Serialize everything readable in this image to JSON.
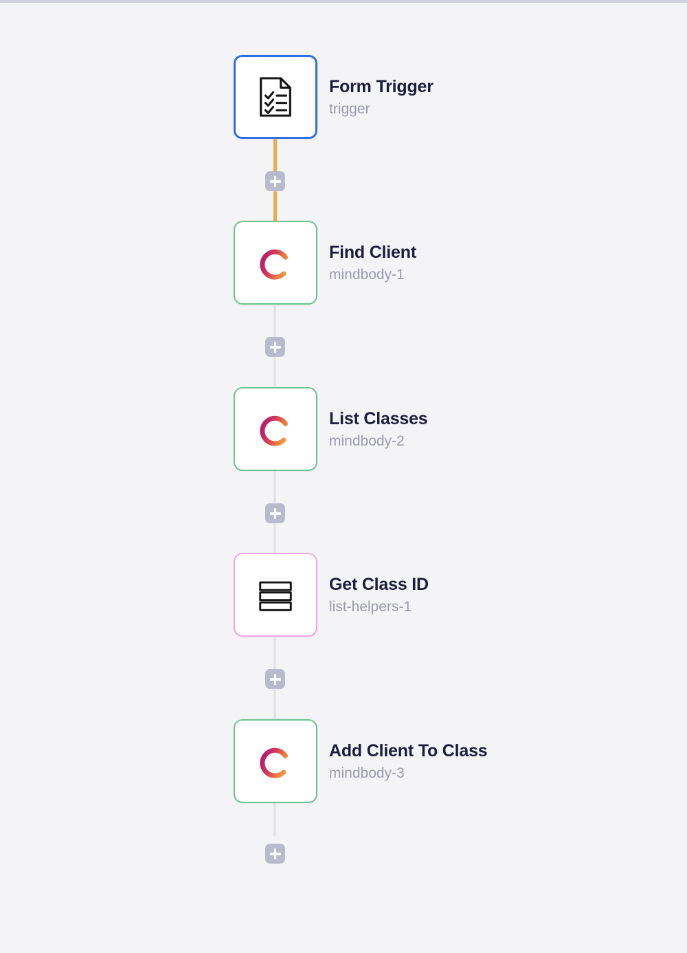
{
  "canvas": {
    "background_color": "#f4f4f6",
    "top_bar_color": "#d2d2de"
  },
  "colors": {
    "trigger_border": "#2f6fe4",
    "action_border": "#6dc48f",
    "helper_border": "#f0a6e9",
    "active_connector": "#f2aa4d",
    "idle_connector": "#e3e3e9",
    "plus_button": "#b9bacb",
    "title_text": "#1d1d3d",
    "subtitle_text": "#9a9aad",
    "mindbody_gradient_start": "#c2266b",
    "mindbody_gradient_end": "#ed8b3c"
  },
  "workflow": {
    "nodes": [
      {
        "title": "Form Trigger",
        "subtitle": "trigger",
        "icon": "form-document-checklist-icon",
        "border": "blue"
      },
      {
        "title": "Find Client",
        "subtitle": "mindbody-1",
        "icon": "mindbody-ring-icon",
        "border": "green"
      },
      {
        "title": "List Classes",
        "subtitle": "mindbody-2",
        "icon": "mindbody-ring-icon",
        "border": "green"
      },
      {
        "title": "Get Class ID",
        "subtitle": "list-helpers-1",
        "icon": "list-rows-icon",
        "border": "pink"
      },
      {
        "title": "Add Client To Class",
        "subtitle": "mindbody-3",
        "icon": "mindbody-ring-icon",
        "border": "green"
      }
    ],
    "connectors": [
      {
        "state": "active"
      },
      {
        "state": "idle"
      },
      {
        "state": "idle"
      },
      {
        "state": "idle"
      },
      {
        "state": "idle"
      }
    ],
    "add_buttons": [
      {
        "label": "+"
      },
      {
        "label": "+"
      },
      {
        "label": "+"
      },
      {
        "label": "+"
      },
      {
        "label": "+"
      }
    ]
  }
}
